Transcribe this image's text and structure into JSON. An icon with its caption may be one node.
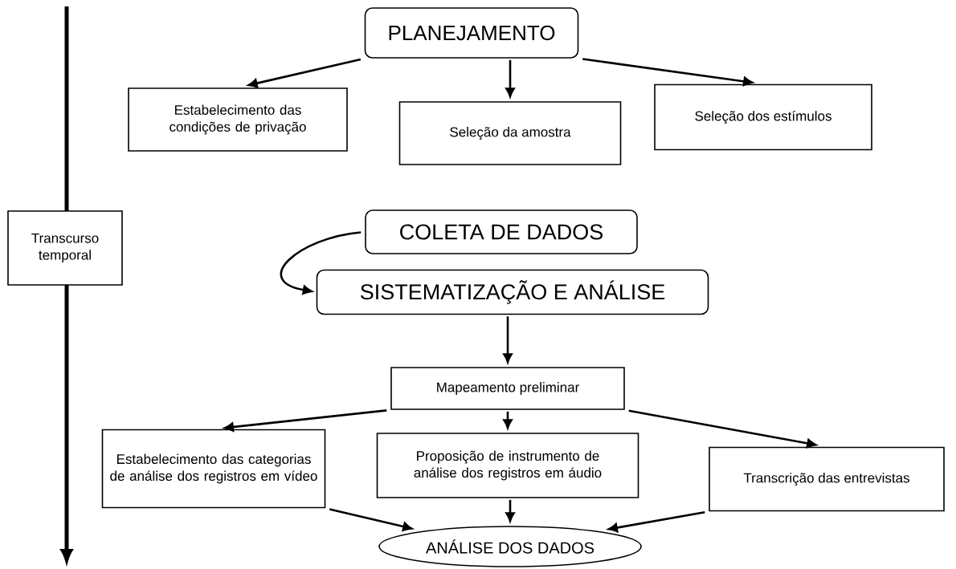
{
  "diagram": {
    "nodes": [
      {
        "text": [
          "PLANEJAMENTO"
        ]
      },
      {
        "text": [
          "Estabelecimento das condições de privação"
        ]
      },
      {
        "text": [
          "Seleção da amostra"
        ]
      },
      {
        "text": [
          "Seleção dos estímulos"
        ]
      },
      {
        "text": [
          "COLETA DE DADOS"
        ]
      },
      {
        "text": [
          "SISTEMATIZAÇÃO E ANÁLISE"
        ]
      },
      {
        "text": [
          "Mapeamento preliminar"
        ]
      },
      {
        "text": [
          "Estabelecimento das categorias de análise dos registros em vídeo"
        ]
      },
      {
        "text": [
          "Proposição de instrumento de análise dos registros em áudio"
        ]
      },
      {
        "text": [
          "Transcrição das entrevistas"
        ]
      },
      {
        "text": [
          "ANÁLISE DOS DADOS"
        ]
      },
      {
        "text": [
          "Transcurso temporal"
        ]
      }
    ],
    "edges": [
      {
        "from": 0,
        "to": 1,
        "arrow": "to"
      },
      {
        "from": 0,
        "to": 2,
        "arrow": "to"
      },
      {
        "from": 0,
        "to": 3,
        "arrow": "to"
      },
      {
        "from": 4,
        "to": 5,
        "arrow": "to"
      },
      {
        "from": 5,
        "to": 6,
        "arrow": "to"
      },
      {
        "from": 6,
        "to": 7,
        "arrow": "to"
      },
      {
        "from": 6,
        "to": 8,
        "arrow": "to"
      },
      {
        "from": 6,
        "to": 9,
        "arrow": "to"
      },
      {
        "from": 7,
        "to": 10,
        "arrow": "to"
      },
      {
        "from": 8,
        "to": 10,
        "arrow": "to"
      },
      {
        "from": 9,
        "to": 10,
        "arrow": "to"
      }
    ]
  }
}
